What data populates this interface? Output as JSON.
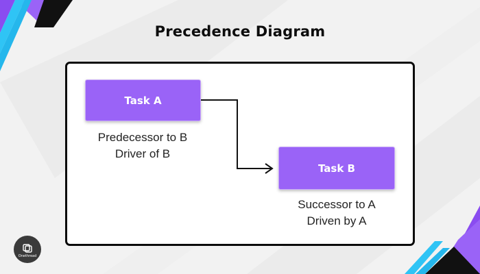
{
  "title": "Precedence Diagram",
  "nodes": {
    "task_a": {
      "label": "Task A",
      "caption_lines": [
        "Predecessor to B",
        "Driver of B"
      ]
    },
    "task_b": {
      "label": "Task B",
      "caption_lines": [
        "Successor to A",
        "Driven by A"
      ]
    }
  },
  "edges": [
    {
      "from": "Task A",
      "to": "Task B"
    }
  ],
  "logo": {
    "text": "Onethread"
  },
  "colors": {
    "task_fill": "#9a63f7",
    "frame_border": "#0a0a0a",
    "accent_cyan": "#2fc4f5",
    "accent_purple": "#8a4cf0",
    "background": "#f2f2f2"
  }
}
